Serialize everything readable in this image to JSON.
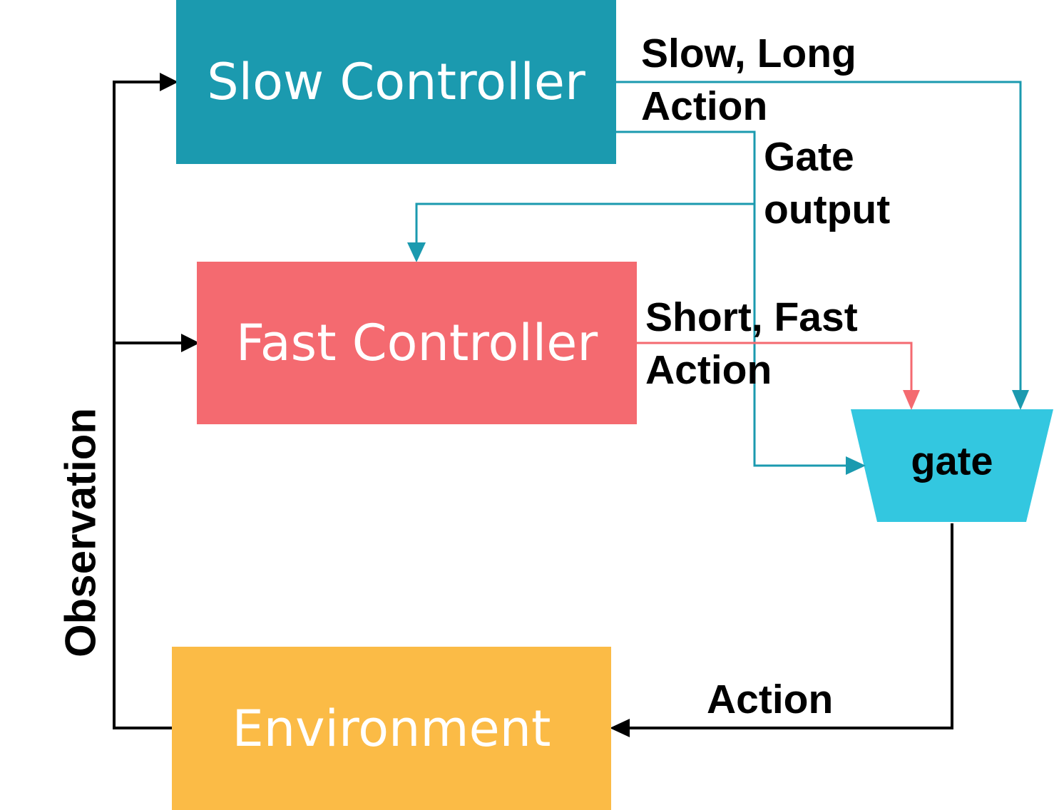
{
  "blocks": {
    "slow_controller": "Slow Controller",
    "fast_controller": "Fast Controller",
    "environment": "Environment",
    "gate": "gate"
  },
  "labels": {
    "slow_action": [
      "Slow, Long",
      "Action"
    ],
    "gate_output": [
      "Gate",
      "output"
    ],
    "fast_action": [
      "Short, Fast",
      "Action"
    ],
    "action": "Action",
    "observation": "Observation"
  },
  "colors": {
    "slow": "#1b9aaf",
    "fast": "#f46a70",
    "environment": "#fbbb46",
    "gate": "#33c7e0",
    "arrow_black": "#000000"
  }
}
